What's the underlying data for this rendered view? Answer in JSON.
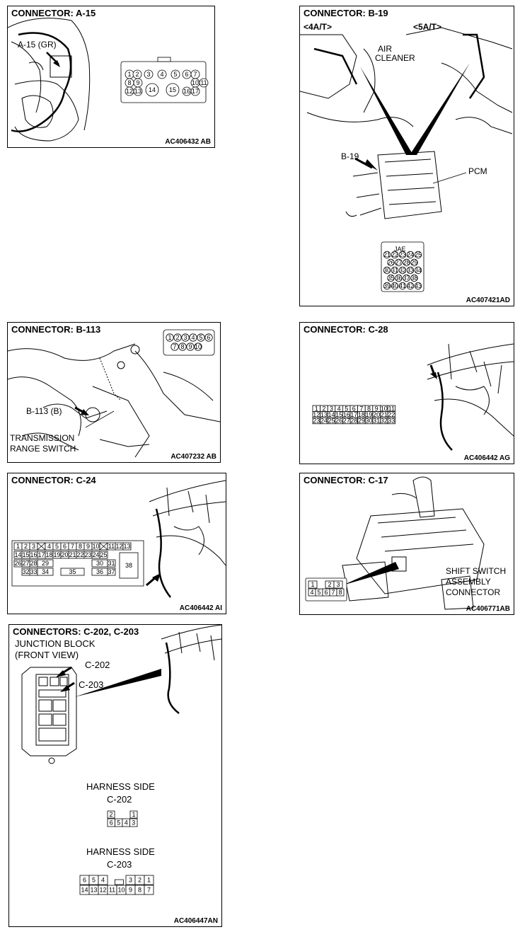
{
  "panels": {
    "a15": {
      "title": "CONNECTOR: A-15",
      "callout": "A-15 (GR)",
      "code": "AC406432 AB",
      "pins": [
        "1",
        "2",
        "3",
        "4",
        "5",
        "6",
        "7",
        "8",
        "9",
        "14",
        "15",
        "10",
        "11",
        "12",
        "13",
        "16",
        "17"
      ]
    },
    "b19": {
      "title": "CONNECTOR: B-19",
      "variant_4at": "<4A/T>",
      "variant_5at": "<5A/T>",
      "label_air": "AIR",
      "label_cleaner": "CLEANER",
      "callout": "B-19",
      "label_pcm": "PCM",
      "connector_mark": "JAE",
      "code": "AC407421AD",
      "pins": [
        "21",
        "22",
        "23",
        "24",
        "25",
        "26",
        "27",
        "28",
        "29",
        "30",
        "31",
        "32",
        "33",
        "34",
        "35",
        "36",
        "37",
        "38",
        "39",
        "40",
        "41",
        "42",
        "43"
      ]
    },
    "b113": {
      "title": "CONNECTOR: B-113",
      "callout": "B-113 (B)",
      "label_line1": "TRANSMISSION",
      "label_line2": "RANGE SWITCH",
      "code": "AC407232 AB",
      "pins": [
        "1",
        "2",
        "3",
        "4",
        "5",
        "6",
        "7",
        "8",
        "9",
        "10"
      ]
    },
    "c28": {
      "title": "CONNECTOR: C-28",
      "code": "AC406442 AG",
      "rows": [
        [
          "1",
          "2",
          "3",
          "4",
          "5",
          "6",
          "7",
          "8",
          "9",
          "10",
          "11"
        ],
        [
          "12",
          "13",
          "14",
          "15",
          "16",
          "17",
          "18",
          "19",
          "20",
          "21",
          "22"
        ],
        [
          "23",
          "24",
          "25",
          "26",
          "27",
          "28",
          "29",
          "30",
          "31",
          "32",
          "33"
        ]
      ]
    },
    "c24": {
      "title": "CONNECTOR: C-24",
      "code": "AC406442 AI",
      "row1": [
        "1",
        "2",
        "3",
        "4",
        "5",
        "6",
        "7",
        "8",
        "9",
        "10",
        "11",
        "12",
        "13"
      ],
      "row2": [
        "14",
        "15",
        "16",
        "17",
        "18",
        "19",
        "20",
        "21",
        "22",
        "23",
        "24",
        "25"
      ],
      "row3": [
        "26",
        "27",
        "28",
        "29",
        "30",
        "31"
      ],
      "row4": [
        "32",
        "33",
        "34",
        "35",
        "36",
        "37"
      ],
      "big_pin": "38"
    },
    "c17": {
      "title": "CONNECTOR: C-17",
      "label_line1": "SHIFT SWITCH",
      "label_line2": "ASSEMBLY",
      "label_line3": "CONNECTOR",
      "code": "AC406771AB",
      "pins": [
        "1",
        "2",
        "3",
        "4",
        "5",
        "6",
        "7",
        "8"
      ]
    },
    "c202": {
      "title": "CONNECTORS: C-202, C-203",
      "subtitle1": "JUNCTION BLOCK",
      "subtitle2": "(FRONT VIEW)",
      "callout_c202": "C-202",
      "callout_c203": "C-203",
      "harness_label_1": "HARNESS SIDE",
      "harness_name_1": "C-202",
      "pins_202": [
        "2",
        "1",
        "6",
        "5",
        "4",
        "3"
      ],
      "harness_label_2": "HARNESS SIDE",
      "harness_name_2": "C-203",
      "pins_203": [
        "6",
        "5",
        "4",
        "3",
        "2",
        "1",
        "14",
        "13",
        "12",
        "11",
        "10",
        "9",
        "8",
        "7"
      ],
      "code": "AC406447AN"
    }
  }
}
